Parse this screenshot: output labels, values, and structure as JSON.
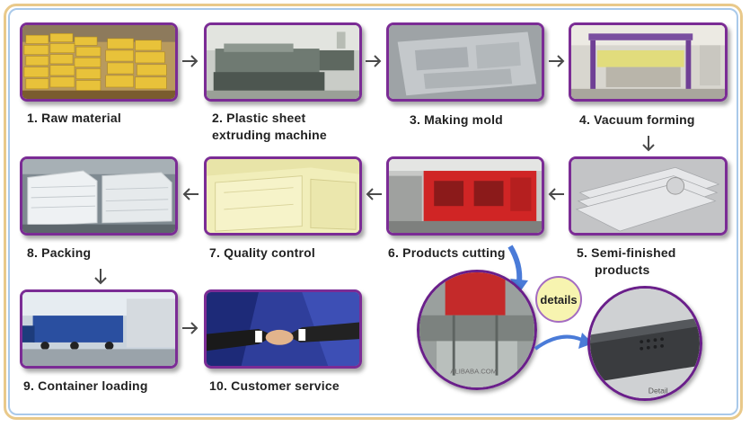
{
  "steps": [
    {
      "id": "raw-material",
      "label": "1. Raw material"
    },
    {
      "id": "extruding",
      "label": "2. Plastic sheet\nextruding machine"
    },
    {
      "id": "mold",
      "label": "3. Making mold"
    },
    {
      "id": "vacuum",
      "label": "4. Vacuum forming"
    },
    {
      "id": "semi",
      "label": "5. Semi-finished\n    products"
    },
    {
      "id": "cutting",
      "label": "6. Products cutting"
    },
    {
      "id": "quality",
      "label": "7. Quality control"
    },
    {
      "id": "packing",
      "label": "8. Packing"
    },
    {
      "id": "container",
      "label": "9. Container loading"
    },
    {
      "id": "service",
      "label": "10. Customer service"
    }
  ],
  "details_badge": "details",
  "watermark": "ALIBABA.COM",
  "detail_caption": "Detail",
  "colors": {
    "frame_border": "#7b2c95",
    "arrow": "#4a4a4a",
    "badge_fill": "#f7f4b0",
    "detail_arrow": "#4a7bd8"
  }
}
